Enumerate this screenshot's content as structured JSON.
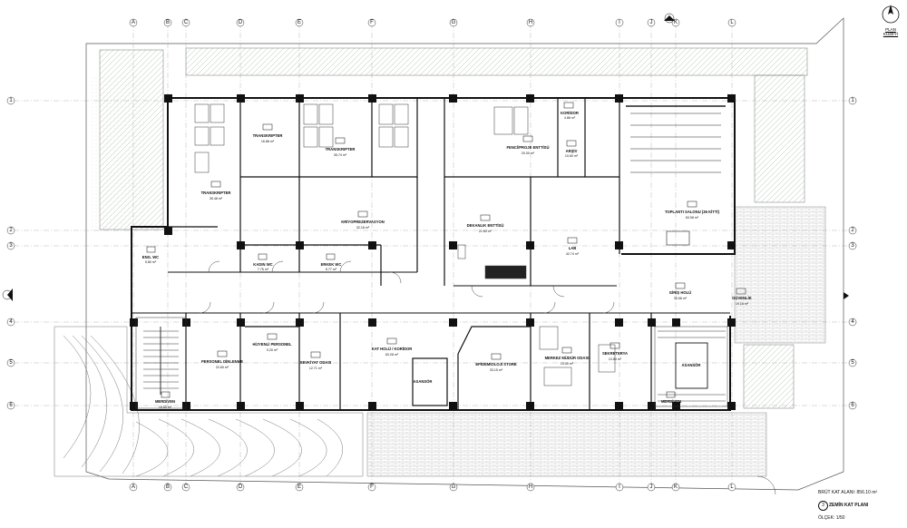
{
  "plan": {
    "title": "ZEMİN KAT PLANI",
    "scale_label": "ÖLÇEK: 1/50",
    "area_note": "BRÜT KAT ALANI: 856.10 m²",
    "sheet_number": "3",
    "north_label": "PLAN KUZEYİ",
    "vertical_axes": [
      "A",
      "B",
      "C",
      "D",
      "E",
      "F",
      "G",
      "H",
      "I",
      "J",
      "K",
      "L"
    ],
    "horizontal_axes": [
      "1",
      "2",
      "3",
      "4",
      "5",
      "6"
    ]
  },
  "rooms": [
    {
      "id": "transkriptir-1",
      "name": "TRANSKRIPTER",
      "area": "16.88 m²"
    },
    {
      "id": "transkriptir-2",
      "name": "TRANSKRIPTER",
      "area": "35.74 m²"
    },
    {
      "id": "transkriptir-3",
      "name": "TRANSKRIPTER",
      "area": "35.48 m²"
    },
    {
      "id": "enstitu-1",
      "name": "FENCİ/PROJE ENTTİSÜ",
      "area": "20.00 m²"
    },
    {
      "id": "koridor-top",
      "name": "KORİDOR",
      "area": "4.88 m²"
    },
    {
      "id": "arsiv",
      "name": "ARŞİV",
      "area": "10.60 m²"
    },
    {
      "id": "toplanti",
      "name": "TOPLANTI SALONU (36 KİTTİ)",
      "area": "63.98 m²"
    },
    {
      "id": "kriyo",
      "name": "KRİYOPREZERVASYON",
      "area": "32.18 m²"
    },
    {
      "id": "dekanlik",
      "name": "DEKANLIK ENTTİSÜ",
      "area": "21.63 m²"
    },
    {
      "id": "wc-1",
      "name": "ENG. WC",
      "area": "5.80 m²"
    },
    {
      "id": "kadin-wc",
      "name": "KADIN WC",
      "area": "7.76 m²"
    },
    {
      "id": "erkek-wc",
      "name": "ERKEK WC",
      "area": "5.77 m²"
    },
    {
      "id": "lab",
      "name": "LAB",
      "area": "42.74 m²"
    },
    {
      "id": "giris",
      "name": "GİRİŞ HOLÜ",
      "area": "35.56 m²"
    },
    {
      "id": "guvenlik",
      "name": "GÜVENLİK",
      "area": "19.16 m²"
    },
    {
      "id": "merdiven",
      "name": "MERDİVEN",
      "area": "18.60 m²"
    },
    {
      "id": "personel",
      "name": "PERSONEL DİNLENME",
      "area": "22.60 m²"
    },
    {
      "id": "temizlik",
      "name": "HİJYENLİ PERSONEL",
      "area": "9.20 m²"
    },
    {
      "id": "sevkiyat",
      "name": "SEVKİYAT ODASI",
      "area": "12.71 m²"
    },
    {
      "id": "kat-holu",
      "name": "KAT HOLÜ / KORİDOR",
      "area": "63.28 m²"
    },
    {
      "id": "store",
      "name": "EPİDEMİOLOJİ STORE",
      "area": "33.15 m²"
    },
    {
      "id": "asansor-1",
      "name": "ASANSÖR",
      "area": ""
    },
    {
      "id": "merkez-mudur",
      "name": "MERKEZ MÜDÜR ODASI",
      "area": "23.40 m²"
    },
    {
      "id": "sekreterya",
      "name": "SEKRETERYA",
      "area": "13.84 m²"
    },
    {
      "id": "asansor-2",
      "name": "ASANSÖR",
      "area": ""
    },
    {
      "id": "merdiven-2",
      "name": "MERDİVEN",
      "area": ""
    }
  ]
}
